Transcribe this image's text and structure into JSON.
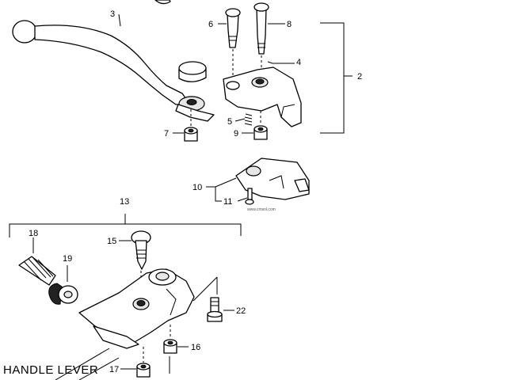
{
  "caption": "HANDLE LEVER",
  "watermark": "www.cmsnl.com",
  "callouts": {
    "c1": "2",
    "c2": "3",
    "c3": "4",
    "c4": "5",
    "c5": "6",
    "c6": "7",
    "c7": "8",
    "c8": "9",
    "c9": "10",
    "c10": "11",
    "c11": "13",
    "c12": "15",
    "c13": "16",
    "c14": "17",
    "c15": "18",
    "c16": "19",
    "c17": "22"
  }
}
